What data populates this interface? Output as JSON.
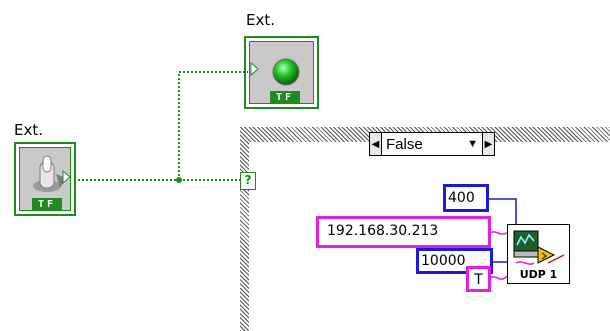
{
  "diagram": {
    "switch_control": {
      "label": "Ext.",
      "tag": "TF",
      "icon": "toggle-switch-icon"
    },
    "led_indicator": {
      "label": "Ext.",
      "tag": "TF",
      "icon": "led-icon",
      "led_color": "#22c422"
    },
    "case_structure": {
      "selector_value": "False",
      "left_arrow": "◀",
      "right_arrow": "▶",
      "dropdown": "▼",
      "selector_terminal": "?",
      "constants": {
        "num_400": "400",
        "ip_address": "192.168.30.213",
        "num_10000": "10000",
        "bool_true": "T"
      },
      "subvi": {
        "label": "UDP 1",
        "icon": "udp-subvi-icon"
      }
    },
    "colors": {
      "boolean_wire": "#1f8a1f",
      "numeric_wire": "#1a1adb",
      "string_wire": "#e41ee4"
    }
  }
}
